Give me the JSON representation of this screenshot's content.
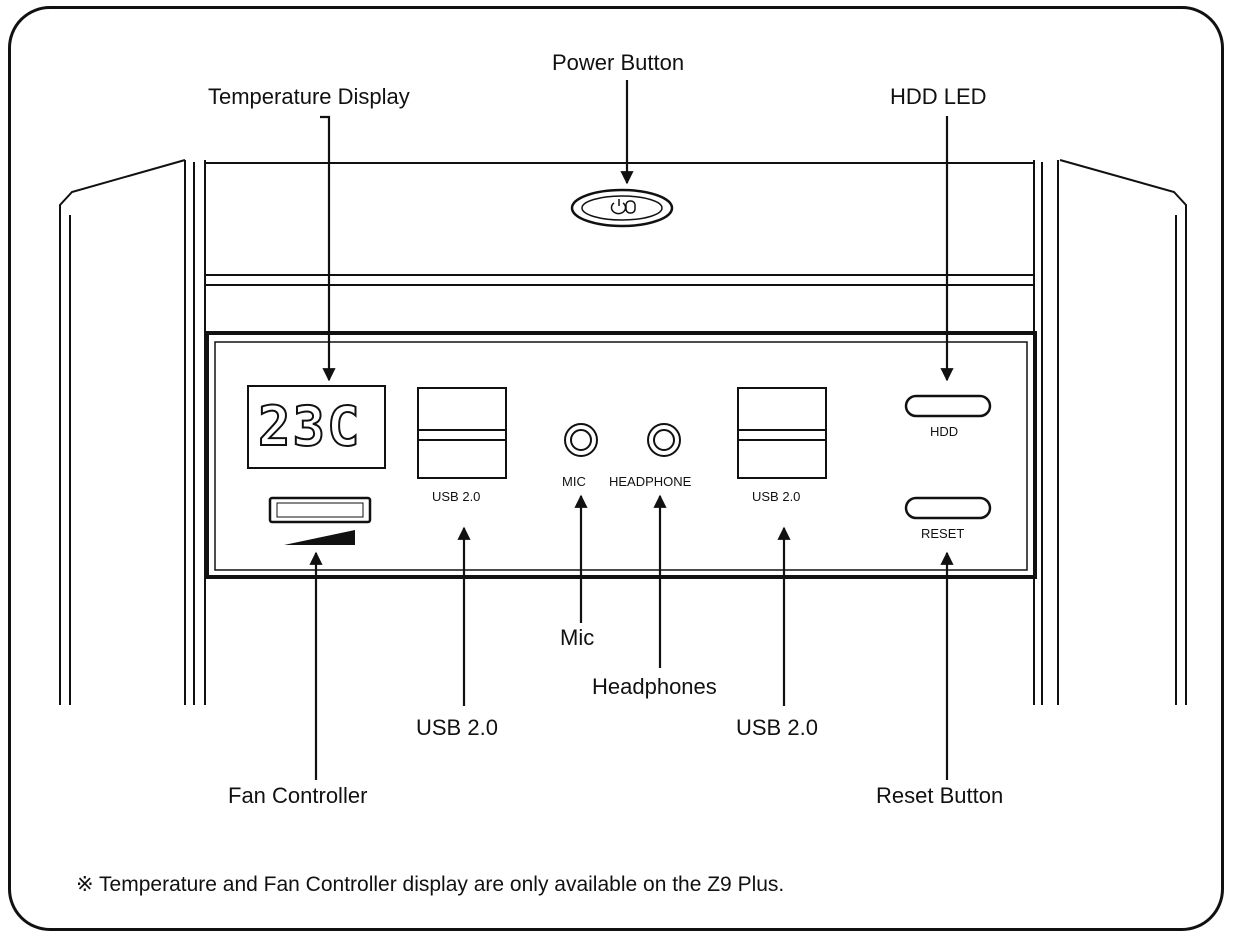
{
  "callouts": {
    "power_button": "Power Button",
    "temperature_display": "Temperature Display",
    "hdd_led": "HDD LED",
    "mic": "Mic",
    "headphones": "Headphones",
    "usb_left": "USB 2.0",
    "usb_right": "USB 2.0",
    "fan_controller": "Fan Controller",
    "reset_button": "Reset Button"
  },
  "panel_labels": {
    "temperature_readout": "23C",
    "usb_left": "USB 2.0",
    "usb_right": "USB 2.0",
    "mic": "MIC",
    "headphone": "HEADPHONE",
    "hdd": "HDD",
    "reset": "RESET"
  },
  "footnote": "※ Temperature and Fan Controller display are only available on the Z9 Plus.",
  "icons": {
    "power": "power-icon",
    "arrows": "arrow-icon",
    "fan_level": "fan-level-icon"
  }
}
